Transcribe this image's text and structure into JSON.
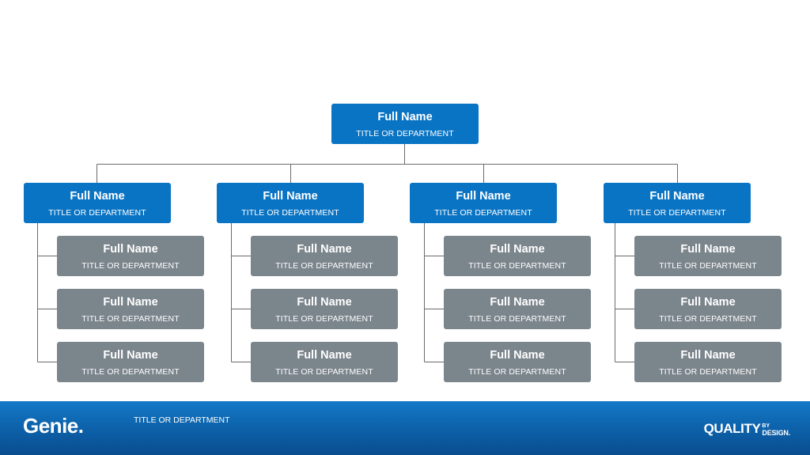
{
  "colors": {
    "blue_box": "#0a74c4",
    "gray_box": "#7b858c",
    "connector": "#6b6b6b",
    "footer": "#0d64ad"
  },
  "top": {
    "name": "Full Name",
    "title": "TITLE OR DEPARTMENT"
  },
  "departments": [
    {
      "lead": {
        "name": "Full Name",
        "title": "TITLE OR DEPARTMENT"
      },
      "members": [
        {
          "name": "Full Name",
          "title": "TITLE OR DEPARTMENT"
        },
        {
          "name": "Full Name",
          "title": "TITLE OR DEPARTMENT"
        },
        {
          "name": "Full Name",
          "title": "TITLE OR DEPARTMENT"
        }
      ]
    },
    {
      "lead": {
        "name": "Full Name",
        "title": "TITLE OR DEPARTMENT"
      },
      "members": [
        {
          "name": "Full Name",
          "title": "TITLE OR DEPARTMENT"
        },
        {
          "name": "Full Name",
          "title": "TITLE OR DEPARTMENT"
        },
        {
          "name": "Full Name",
          "title": "TITLE OR DEPARTMENT"
        }
      ]
    },
    {
      "lead": {
        "name": "Full Name",
        "title": "TITLE OR DEPARTMENT"
      },
      "members": [
        {
          "name": "Full Name",
          "title": "TITLE OR DEPARTMENT"
        },
        {
          "name": "Full Name",
          "title": "TITLE OR DEPARTMENT"
        },
        {
          "name": "Full Name",
          "title": "TITLE OR DEPARTMENT"
        }
      ]
    },
    {
      "lead": {
        "name": "Full Name",
        "title": "TITLE OR DEPARTMENT"
      },
      "members": [
        {
          "name": "Full Name",
          "title": "TITLE OR DEPARTMENT"
        },
        {
          "name": "Full Name",
          "title": "TITLE OR DEPARTMENT"
        },
        {
          "name": "Full Name",
          "title": "TITLE OR DEPARTMENT"
        }
      ]
    }
  ],
  "footer": {
    "title": "TITLE OR DEPARTMENT",
    "logo_left": "Genie.",
    "logo_right_main": "QUALITY",
    "logo_right_by": "BY",
    "logo_right_design": "DESIGN."
  }
}
